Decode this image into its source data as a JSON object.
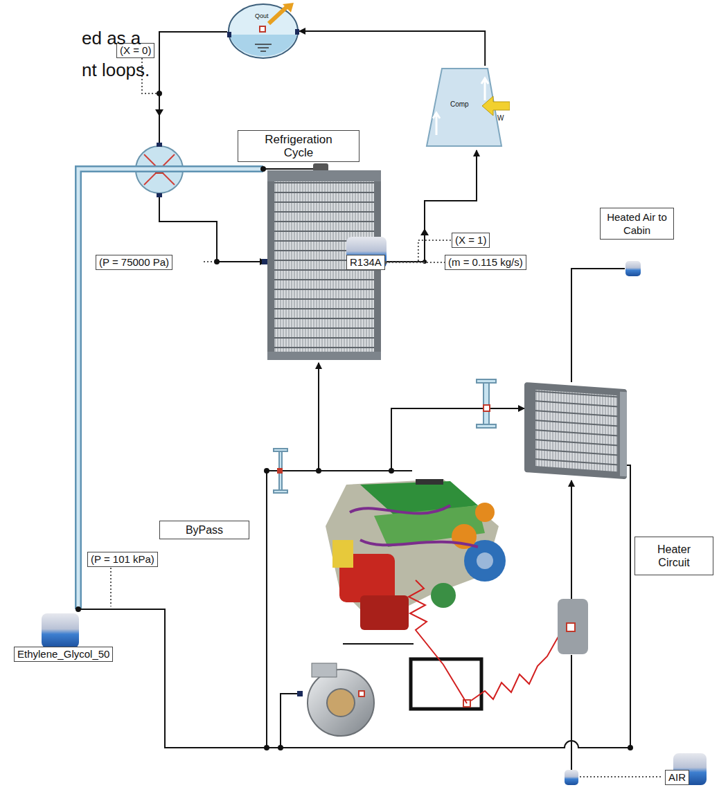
{
  "diagram": {
    "nodes": [
      {
        "text": [
          "Qout"
        ]
      },
      {
        "text": [
          "Comp",
          "W"
        ]
      },
      {
        "text": [
          "Refrigeration Cycle"
        ]
      },
      {
        "text": [
          "(X = 0)"
        ]
      },
      {
        "text": [
          "R134A"
        ]
      },
      {
        "text": [
          "(X = 1)"
        ]
      },
      {
        "text": [
          "(m = 0.115 kg/s)"
        ]
      },
      {
        "text": [
          "Heated Air to Cabin"
        ]
      },
      {
        "text": [
          "(P = 75000 Pa)"
        ]
      },
      {
        "text": [
          "ByPass"
        ]
      },
      {
        "text": [
          "Heater Circuit"
        ]
      },
      {
        "text": [
          "(P = 101 kPa)"
        ]
      },
      {
        "text": [
          "Ethylene_Glycol_50"
        ]
      },
      {
        "text": [
          "AIR"
        ]
      }
    ],
    "edges": [
      {
        "from": 1,
        "to": 0,
        "arrow": "to"
      },
      {
        "from": 4,
        "to": 5,
        "arrow": "none"
      },
      {
        "from": 4,
        "to": 6,
        "arrow": "none"
      }
    ],
    "labels": [
      "ed as a",
      "nt loops."
    ]
  }
}
